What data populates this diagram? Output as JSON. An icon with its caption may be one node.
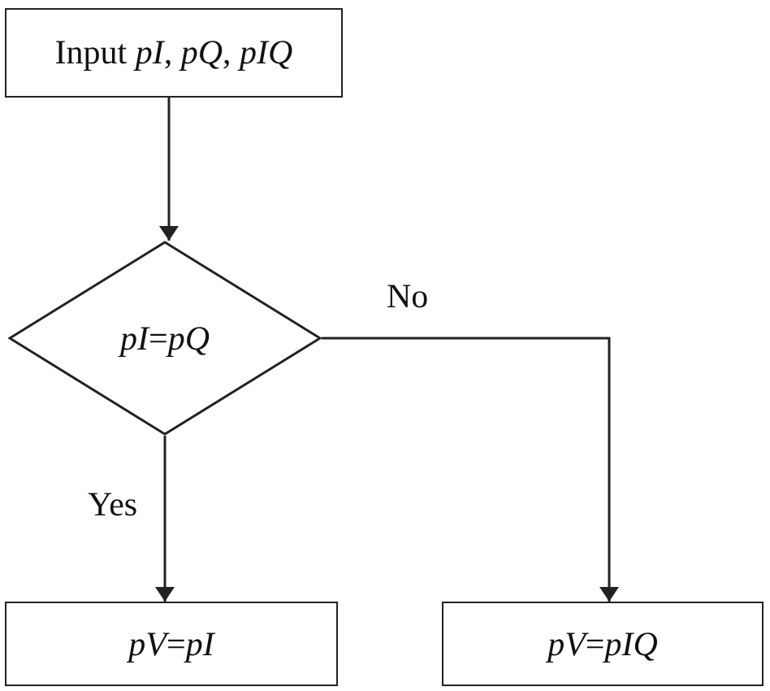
{
  "diagram": {
    "nodes": [
      {
        "text": [
          "Input *pI*, *pQ*, *pIQ*"
        ]
      },
      {
        "text": [
          "*pI*=*pQ*"
        ]
      },
      {
        "text": [
          "*pV*=*pI*"
        ]
      },
      {
        "text": [
          "*pV*=*pIQ*"
        ]
      }
    ],
    "edges": [
      {
        "from": 0,
        "to": 1,
        "arrow": "to"
      },
      {
        "from": 1,
        "to": 2,
        "arrow": "to",
        "label": "Yes"
      },
      {
        "from": 1,
        "to": 3,
        "arrow": "to",
        "label": "No"
      }
    ]
  }
}
